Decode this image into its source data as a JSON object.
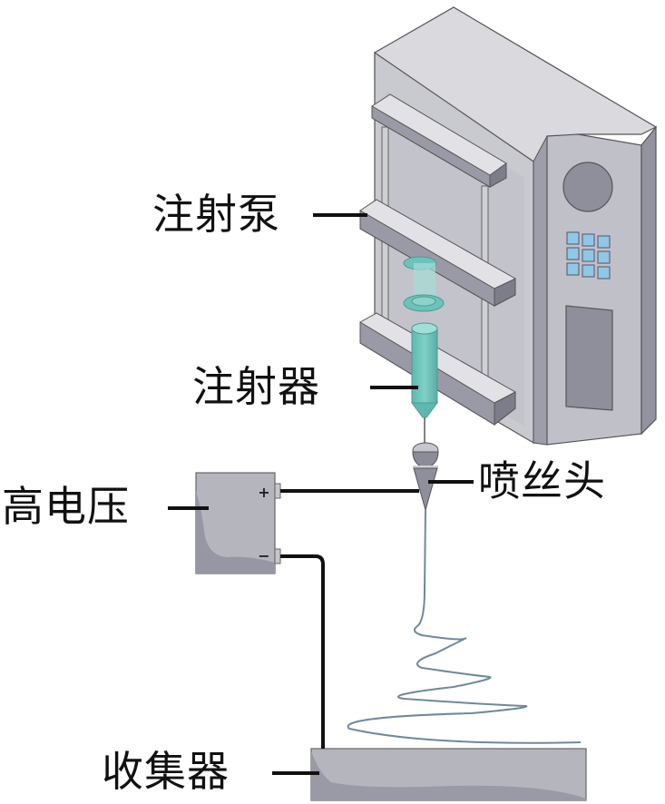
{
  "title": "静电纺丝装置示意图",
  "labels": {
    "syringe_pump": "注射泵",
    "syringe": "注射器",
    "high_voltage": "高电压",
    "spinneret": "喷丝头",
    "collector": "收集器"
  },
  "terminals": {
    "positive": "+",
    "negative": "−"
  },
  "colors": {
    "machine_light": "#d9d9de",
    "machine_mid": "#b9b9c2",
    "machine_dark": "#8f8f9a",
    "syringe": "#6cc3b9",
    "keypad": "#8fc8e6",
    "fiber": "#6f8a98",
    "wire": "#111111"
  }
}
